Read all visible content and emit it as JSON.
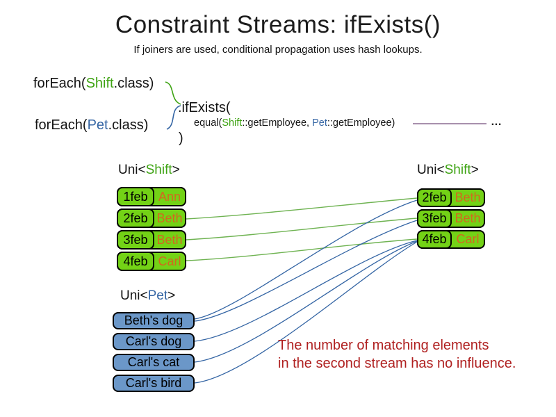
{
  "slide": {
    "title": "Constraint Streams: ifExists()",
    "subtitle": "If joiners are used, conditional propagation uses hash lookups."
  },
  "code": {
    "foreach_shift": {
      "pre": "forEach(",
      "arg": "Shift",
      "post": ".class)"
    },
    "foreach_pet": {
      "pre": "forEach(",
      "arg": "Pet",
      "post": ".class)"
    },
    "ifexists": ".ifExists(",
    "equal": {
      "pre": "equal(",
      "arg1": "Shift",
      "mid": "::getEmployee, ",
      "arg2": "Pet",
      "post": "::getEmployee)"
    },
    "close_paren": ")",
    "ellipsis": "…"
  },
  "left_shift_table": {
    "title": {
      "pre": "Uni<",
      "type": "Shift",
      "post": ">"
    },
    "rows": [
      {
        "date": "1feb",
        "name": "Ann"
      },
      {
        "date": "2feb",
        "name": "Beth"
      },
      {
        "date": "3feb",
        "name": "Beth"
      },
      {
        "date": "4feb",
        "name": "Carl"
      }
    ]
  },
  "right_shift_table": {
    "title": {
      "pre": "Uni<",
      "type": "Shift",
      "post": ">"
    },
    "rows": [
      {
        "date": "2feb",
        "name": "Beth"
      },
      {
        "date": "3feb",
        "name": "Beth"
      },
      {
        "date": "4feb",
        "name": "Carl"
      }
    ]
  },
  "pet_table": {
    "title": {
      "pre": "Uni<",
      "type": "Pet",
      "post": ">"
    },
    "rows": [
      {
        "name": "Beth's dog"
      },
      {
        "name": "Carl's dog"
      },
      {
        "name": "Carl's cat"
      },
      {
        "name": "Carl's bird"
      }
    ]
  },
  "annotation": {
    "line1": "The number of matching elements",
    "line2": "in the second stream has no influence."
  },
  "colors": {
    "shift_fill": "#73d216",
    "pet_fill": "#6b97c8",
    "shift_accent_text": "#3ea313",
    "pet_accent_text": "#3465a4",
    "employee_name_text": "#d2691e",
    "annotation_text": "#b02121",
    "shift_link_line": "#6fb352",
    "pet_link_line": "#3465a4",
    "joiner_line": "#8b6b92"
  }
}
